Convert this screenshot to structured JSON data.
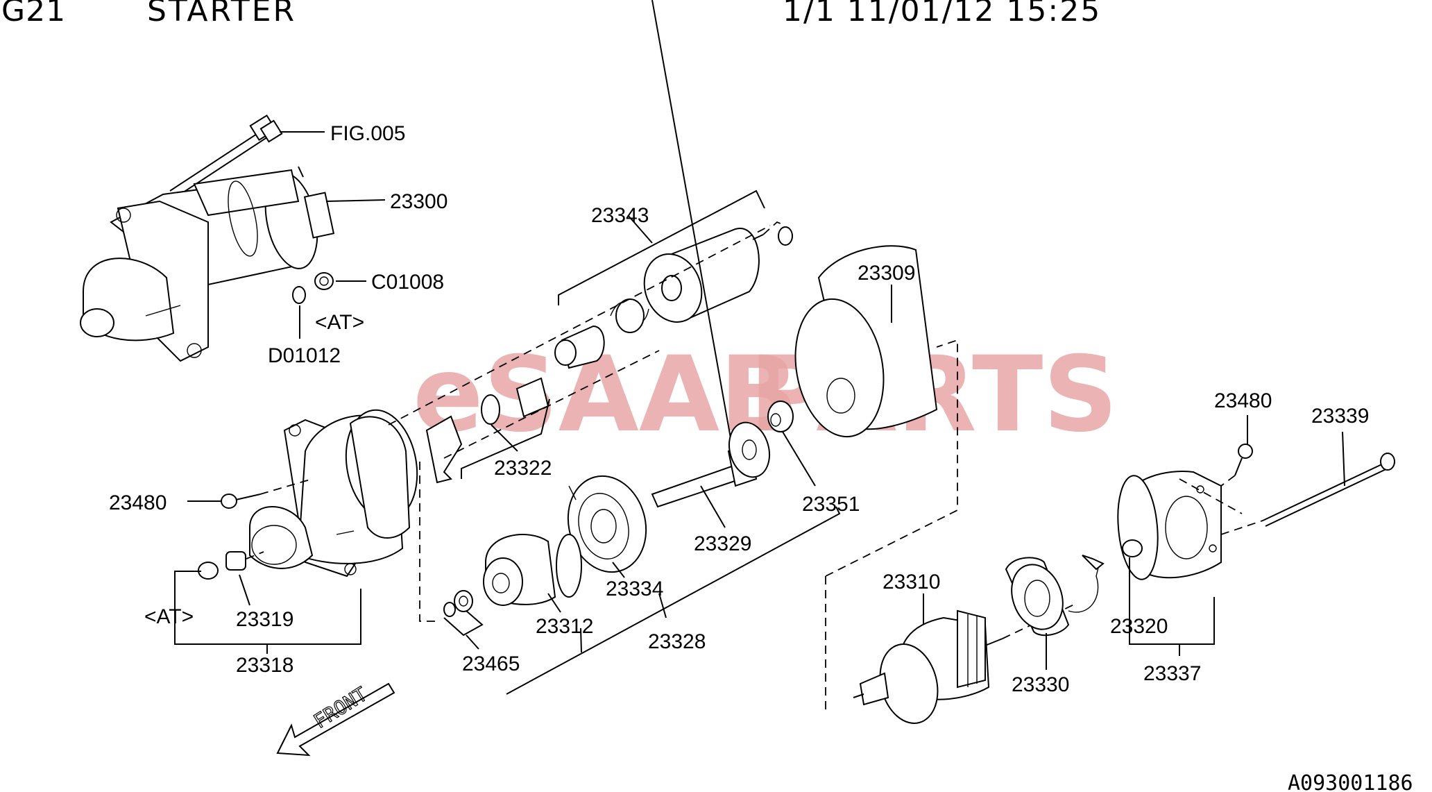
{
  "header": {
    "code": "G21",
    "title": "STARTER",
    "stamp": "1/1 11/01/12 15:25"
  },
  "watermark": {
    "text_part1": "eSAAB",
    "text_part2": "PARTS",
    "color": "#e8a6a6"
  },
  "labels": {
    "fig005": "FIG.005",
    "p23300": "23300",
    "c01008": "C01008",
    "at1": "<AT>",
    "d01012": "D01012",
    "p23343": "23343",
    "p23309": "23309",
    "p23480a": "23480",
    "p23322": "23322",
    "p23351": "23351",
    "p23329": "23329",
    "p23334": "23334",
    "p23312": "23312",
    "p23328": "23328",
    "p23465": "23465",
    "at2": "<AT>",
    "p23319": "23319",
    "p23318": "23318",
    "p23310": "23310",
    "p23330": "23330",
    "p23480b": "23480",
    "p23339": "23339",
    "p23320": "23320",
    "p23337": "23337"
  },
  "front_arrow": "FRONT",
  "reference": "A093001186"
}
